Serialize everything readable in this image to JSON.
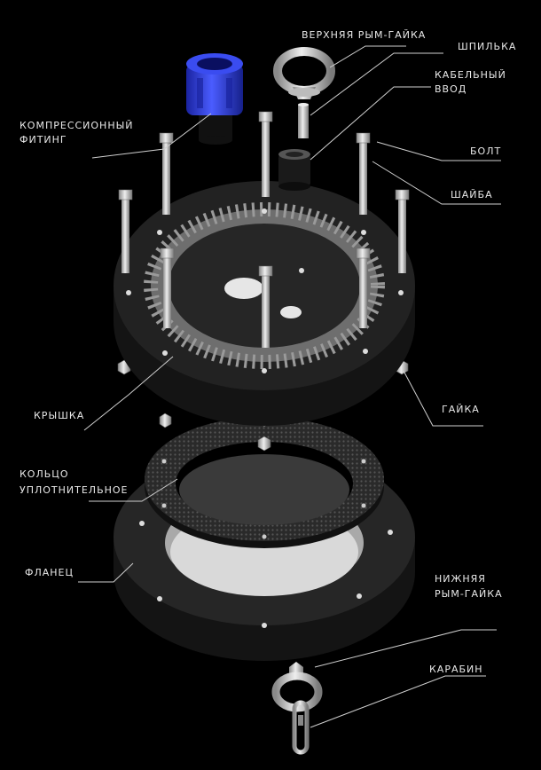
{
  "labels": {
    "top_eye_nut": "ВЕРХНЯЯ РЫМ-ГАЙКА",
    "stud": "ШПИЛЬКА",
    "cable_gland_1": "КАБЕЛЬНЫЙ",
    "cable_gland_2": "ВВОД",
    "compression_fitting_1": "КОМПРЕССИОННЫЙ",
    "compression_fitting_2": "ФИТИНГ",
    "bolt": "БОЛТ",
    "washer": "ШАЙБА",
    "cover": "КРЫШКА",
    "nut": "ГАЙКА",
    "seal_ring_1": "КОЛЬЦО",
    "seal_ring_2": "УПЛОТНИТЕЛЬНОЕ",
    "flange": "ФЛАНЕЦ",
    "bottom_eye_nut_1": "НИЖНЯЯ",
    "bottom_eye_nut_2": "РЫМ-ГАЙКА",
    "carabiner": "КАРАБИН"
  },
  "colors": {
    "background": "#000000",
    "part_dark": "#1c1c1c",
    "part_mid": "#3a3a3a",
    "metal_light": "#d8d8d8",
    "metal_mid": "#a8a8a8",
    "fitting_blue": "#2b3cd6",
    "leader_line": "#cfcfcf",
    "label_text": "#e8e8e8"
  }
}
